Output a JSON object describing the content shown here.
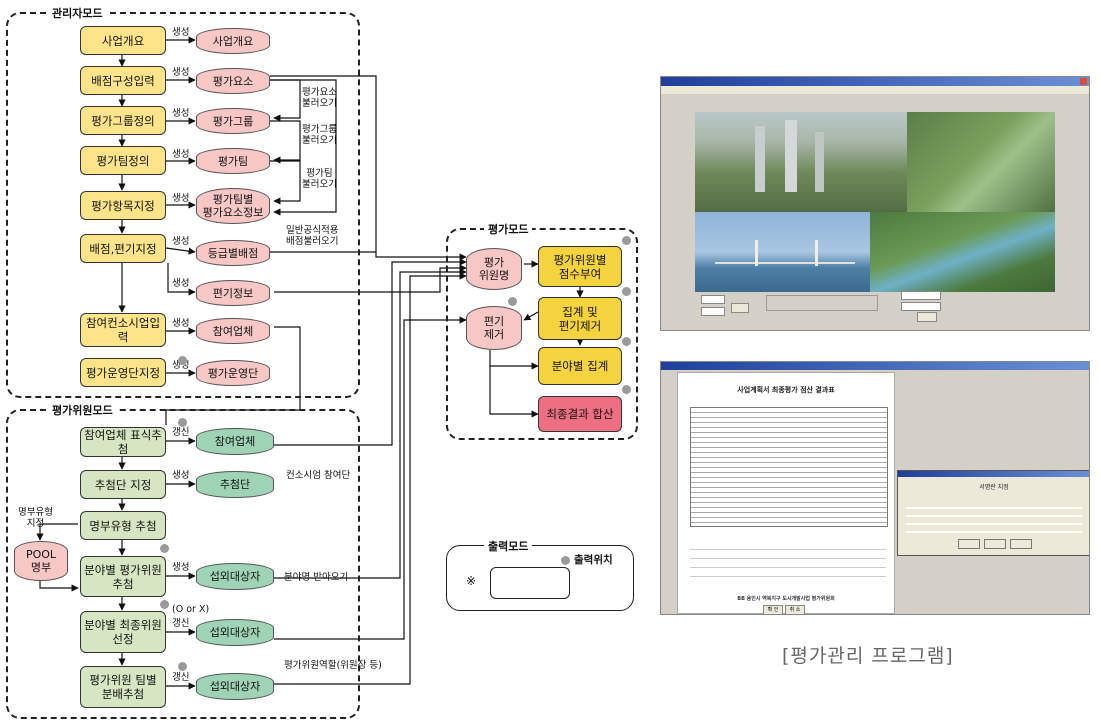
{
  "admin_mode": {
    "title": "관리자모드",
    "steps": [
      "사업개요",
      "배점구성입력",
      "평가그룹정의",
      "평가팀정의",
      "평가항목지정",
      "배점,편기지정",
      "참여컨소시업입력",
      "평가운영단지정"
    ],
    "stores": [
      "사업개요",
      "평가요소",
      "평가그룹",
      "평가팀",
      "평가팀별\n평가요소정보",
      "등급별배점",
      "편기정보",
      "참여업체",
      "평가운영단"
    ],
    "create_label": "생성",
    "load_labels": [
      "평가요소\n불러오기",
      "평가그룹\n불러오기",
      "평가팀\n불러오기",
      "일반공식적용\n배점불러오기"
    ]
  },
  "evaluator_mode": {
    "title": "평가위원모드",
    "steps": [
      "참여업체 표식추첨",
      "추첨단 지정",
      "명부유형 추첨",
      "분야별 평가위원\n추첨",
      "분야별 최종위원\n선정",
      "평가위원 팀별\n분배추첨"
    ],
    "stores": [
      "참여업체",
      "추첨단",
      "섭외대상자",
      "섭외대상자",
      "섭외대상자"
    ],
    "pool": "POOL\n명부",
    "labels": {
      "update": "갱신",
      "create": "생성",
      "consortium": "컨소시엄 참여단",
      "roster_type": "명부유형\n지정",
      "receive_roster": "분야명 받아오기",
      "o_or_x": "(O or X)",
      "role": "평가위원역할(위원장 등)"
    }
  },
  "eval_mode": {
    "title": "평가모드",
    "stores": [
      "평가\n위원명",
      "편기\n제거"
    ],
    "steps": [
      "평가위원별\n점수부여",
      "집계 및\n편기제거",
      "분야별 집계",
      "최종결과 합산"
    ]
  },
  "output_mode": {
    "title": "출력모드",
    "position_label": "출력위치",
    "symbol": "※"
  },
  "screens": {
    "report_title": "사업계획서 최종평가 점산 결과표",
    "dialog_title": "서명란 지정",
    "footer_text": "BB 용인시 역북지구 도시개발사업 평가위원회",
    "btn_ok": "확 인",
    "btn_cancel": "취 소"
  },
  "caption": "[평가관리 프로그램]",
  "colors": {
    "step_yellow": "#fde48b",
    "step_green": "#d6e6c3",
    "store_pink": "#f7c7c5",
    "store_teal": "#9fd3b5",
    "eval_gold": "#f5d33e",
    "eval_red": "#ee6e82"
  }
}
